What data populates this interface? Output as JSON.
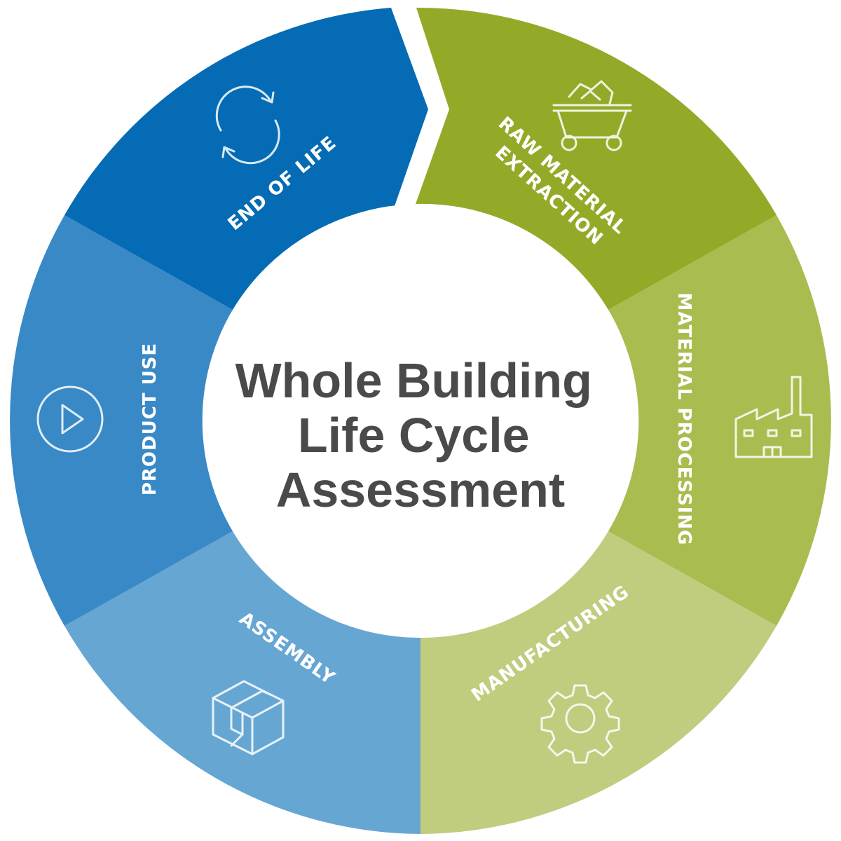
{
  "center": {
    "title_line_1": "Whole Building",
    "title_line_2": "Life Cycle",
    "title_line_3": "Assessment"
  },
  "segments": [
    {
      "id": "raw-material-extraction",
      "label_line_1": "RAW MATERIAL",
      "label_line_2": "EXTRACTION",
      "color": "#93aa28",
      "icon": "mine-cart-icon"
    },
    {
      "id": "material-processing",
      "label_line_1": "MATERIAL PROCESSING",
      "color": "#a9bc4f",
      "icon": "factory-icon"
    },
    {
      "id": "manufacturing",
      "label_line_1": "MANUFACTURING",
      "color": "#c0cc7e",
      "icon": "gear-icon"
    },
    {
      "id": "assembly",
      "label_line_1": "ASSEMBLY",
      "color": "#66a6d3",
      "icon": "box-icon"
    },
    {
      "id": "product-use",
      "label_line_1": "PRODUCT USE",
      "color": "#3989c6",
      "icon": "play-icon"
    },
    {
      "id": "end-of-life",
      "label_line_1": "END OF LIFE",
      "color": "#056bb4",
      "icon": "recycle-arrows-icon"
    }
  ]
}
